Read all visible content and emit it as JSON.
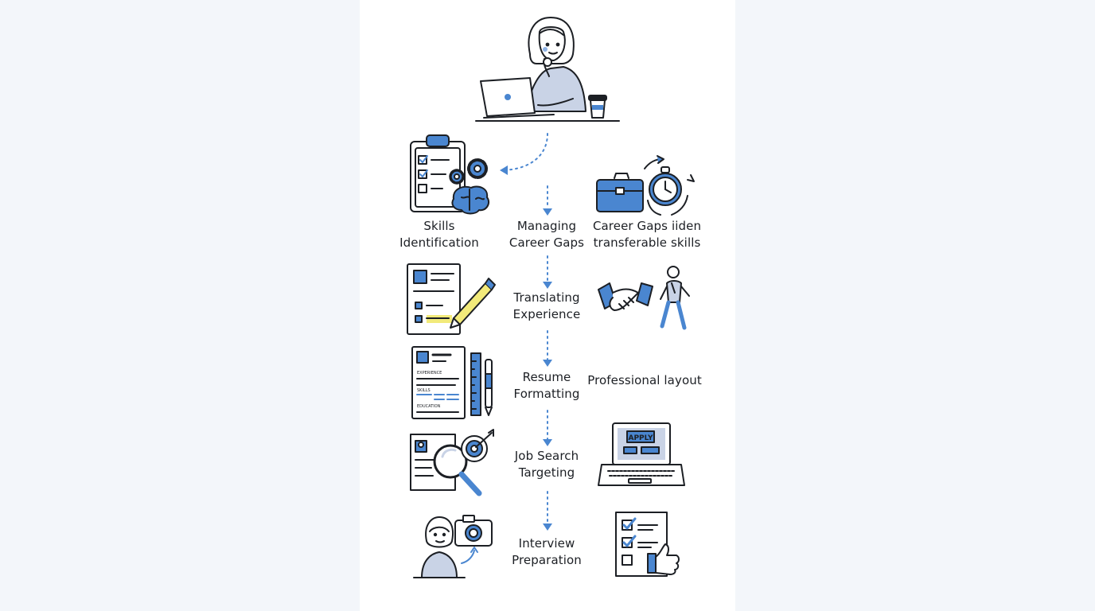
{
  "steps": [
    {
      "line1": "Skills",
      "line2": "Identification"
    },
    {
      "line1": "Managing",
      "line2": "Career Gaps"
    },
    {
      "line1": "Translating",
      "line2": "Experience"
    },
    {
      "line1": "Resume",
      "line2": "Formatting"
    },
    {
      "line1": "Job Search",
      "line2": "Targeting"
    },
    {
      "line1": "Interview",
      "line2": "Preparation"
    }
  ],
  "side_notes": [
    {
      "line1": "Career Gaps iiden",
      "line2": "transferable skills"
    },
    {
      "line1": "Professional layout"
    }
  ],
  "illustration_text": {
    "resume_sections": [
      "EXPERIENCE",
      "SKILLS",
      "EDUCATION"
    ],
    "laptop_screen": "APPLY"
  },
  "icons": [
    "woman-at-laptop-icon",
    "clipboard-checklist-icon",
    "gears-icon",
    "brain-icon",
    "toolbox-icon",
    "stopwatch-icon",
    "resume-pencil-icon",
    "handshake-icon",
    "walking-person-icon",
    "resume-document-icon",
    "ruler-icon",
    "pen-icon",
    "magnifier-icon",
    "target-icon",
    "laptop-apply-icon",
    "woman-portrait-icon",
    "camera-icon",
    "checklist-thumbs-up-icon"
  ],
  "colors": {
    "accent": "#4a86d0",
    "ink": "#1c1f24",
    "highlight": "#f2ea7a",
    "sweater": "#c9d3e6"
  }
}
